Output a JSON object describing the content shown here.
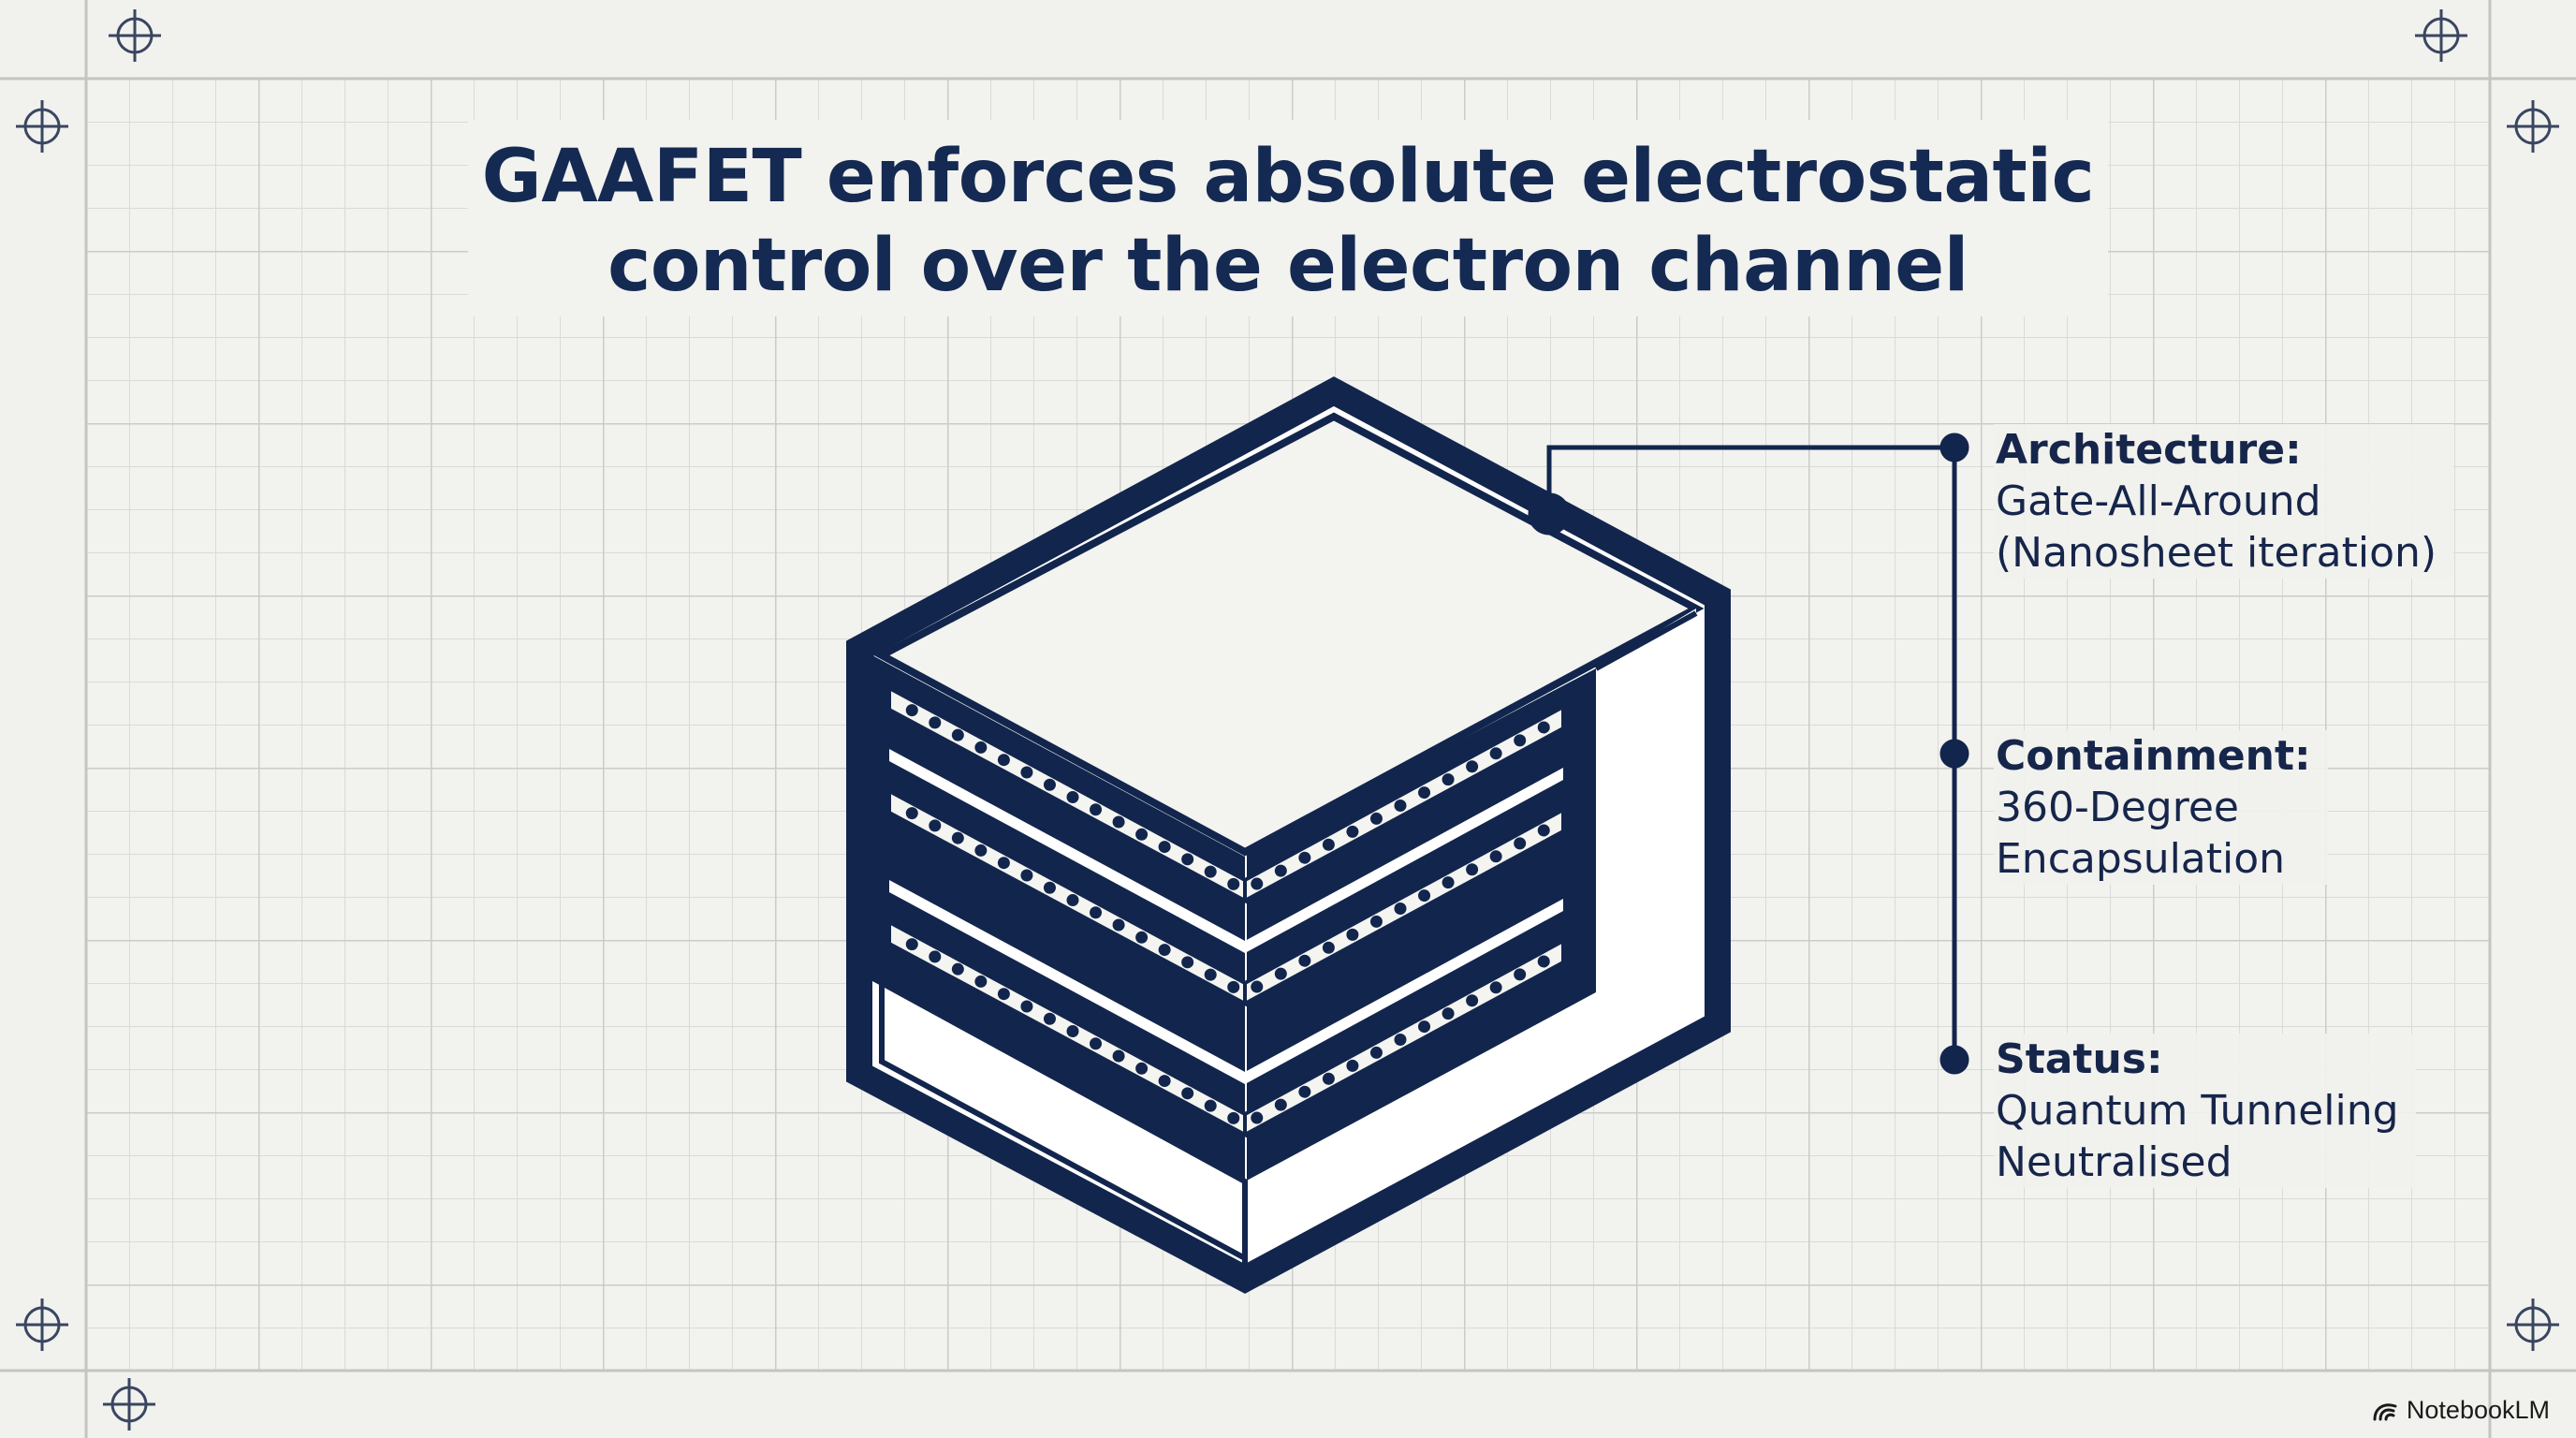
{
  "title": {
    "line1": "GAAFET enforces absolute electrostatic",
    "line2": "control over the electron channel"
  },
  "callouts": [
    {
      "heading": "Architecture:",
      "lines": [
        "Gate-All-Around",
        "(Nanosheet iteration)"
      ]
    },
    {
      "heading": "Containment:",
      "lines": [
        "360-Degree",
        "Encapsulation"
      ]
    },
    {
      "heading": "Status:",
      "lines": [
        "Quantum Tunneling",
        "Neutralised"
      ]
    }
  ],
  "branding": {
    "text": "NotebookLM",
    "icon": "notebooklm-logo-icon"
  },
  "colors": {
    "background": "#f1f1ee",
    "ink": "#14264a",
    "grid_minor": "#d9dad7",
    "grid_major": "#c9cac8"
  },
  "icons": [
    "crosshair-icon"
  ]
}
